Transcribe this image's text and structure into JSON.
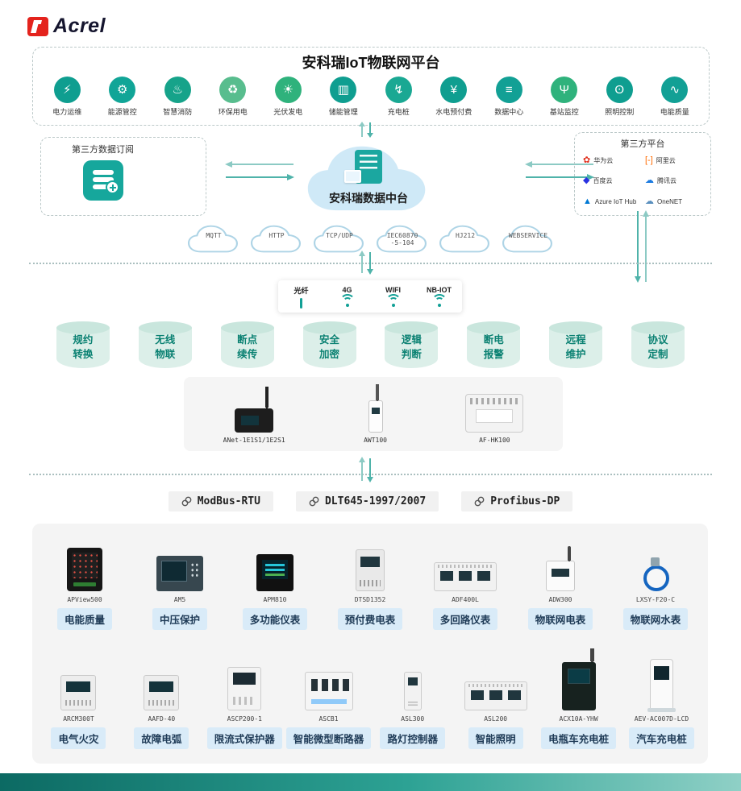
{
  "brand": {
    "name": "Acrel"
  },
  "colors": {
    "accent_teal": "#12a096",
    "chip_bg": "#d9ebf8",
    "chip_text": "#1f3b57",
    "acrel_red": "#e4231d"
  },
  "platform": {
    "title": "安科瑞IoT物联网平台",
    "apps": [
      {
        "label": "电力运维",
        "icon": "power-om-icon",
        "glyph": "⚡",
        "color": "#0f9e90"
      },
      {
        "label": "能源管控",
        "icon": "energy-mgmt-icon",
        "glyph": "⚙",
        "color": "#11a597"
      },
      {
        "label": "智慧消防",
        "icon": "smart-fire-icon",
        "glyph": "♨",
        "color": "#16a38a"
      },
      {
        "label": "环保用电",
        "icon": "eco-power-icon",
        "glyph": "♻",
        "color": "#58bd8e"
      },
      {
        "label": "光伏发电",
        "icon": "pv-generation-icon",
        "glyph": "☀",
        "color": "#2fb27c"
      },
      {
        "label": "储能管理",
        "icon": "energy-storage-icon",
        "glyph": "▥",
        "color": "#0f9e90"
      },
      {
        "label": "充电桩",
        "icon": "charging-pile-icon",
        "glyph": "↯",
        "color": "#1aa893"
      },
      {
        "label": "水电预付费",
        "icon": "prepay-icon",
        "glyph": "¥",
        "color": "#0f9e90"
      },
      {
        "label": "数据中心",
        "icon": "datacenter-icon",
        "glyph": "≡",
        "color": "#12a095"
      },
      {
        "label": "基站监控",
        "icon": "basestation-icon",
        "glyph": "Ψ",
        "color": "#2fb27c"
      },
      {
        "label": "照明控制",
        "icon": "lighting-icon",
        "glyph": "ʘ",
        "color": "#0f9e90"
      },
      {
        "label": "电能质量",
        "icon": "power-quality-icon",
        "glyph": "∿",
        "color": "#12a095"
      }
    ]
  },
  "data_hub": {
    "left_box_title": "第三方数据订阅",
    "cloud_label": "安科瑞数据中台",
    "right_box_title": "第三方平台",
    "third_party": [
      {
        "label": "华为云",
        "glyph": "✿",
        "color": "#e0301e"
      },
      {
        "label": "阿里云",
        "glyph": "[-]",
        "color": "#ff6a00"
      },
      {
        "label": "百度云",
        "glyph": "◆",
        "color": "#2932e1"
      },
      {
        "label": "腾讯云",
        "glyph": "☁",
        "color": "#1b7ae0"
      },
      {
        "label": "Azure IoT Hub",
        "glyph": "▲",
        "color": "#0078d4"
      },
      {
        "label": "OneNET",
        "glyph": "☁",
        "color": "#5a8fbe"
      }
    ],
    "protocol_clouds": [
      {
        "label": "MQTT"
      },
      {
        "label": "HTTP"
      },
      {
        "label": "TCP/UDP"
      },
      {
        "label": "IEC60870\n-5-104"
      },
      {
        "label": "HJ212"
      },
      {
        "label": "WEBSERVICE"
      }
    ]
  },
  "connectivity": [
    {
      "label": "光纤",
      "type": "fiber",
      "icon": "fiber-icon"
    },
    {
      "label": "4G",
      "type": "wifi",
      "icon": "4g-signal-icon"
    },
    {
      "label": "WIFI",
      "type": "wifi",
      "icon": "wifi-icon"
    },
    {
      "label": "NB-IOT",
      "type": "wifi",
      "icon": "nbiot-signal-icon"
    }
  ],
  "capabilities": [
    {
      "label": "规约\n转换"
    },
    {
      "label": "无线\n物联"
    },
    {
      "label": "断点\n续传"
    },
    {
      "label": "安全\n加密"
    },
    {
      "label": "逻辑\n判断"
    },
    {
      "label": "断电\n报警"
    },
    {
      "label": "远程\n维护"
    },
    {
      "label": "协议\n定制"
    }
  ],
  "gateways": [
    {
      "model": "ANet-1E1S1/1E2S1",
      "type": "t-anet",
      "icon": "gateway-anet-image"
    },
    {
      "model": "AWT100",
      "type": "t-awt",
      "icon": "gateway-awt100-image"
    },
    {
      "model": "AF-HK100",
      "type": "t-afhk",
      "icon": "gateway-afhk100-image"
    }
  ],
  "protocols": [
    {
      "label": "ModBus-RTU"
    },
    {
      "label": "DLT645-1997/2007"
    },
    {
      "label": "Profibus-DP"
    }
  ],
  "products_row1": [
    {
      "model": "APView500",
      "label": "电能质量",
      "type": "t-apview"
    },
    {
      "model": "AM5",
      "label": "中压保护",
      "type": "t-am5"
    },
    {
      "model": "APM810",
      "label": "多功能仪表",
      "type": "t-apm"
    },
    {
      "model": "DTSD1352",
      "label": "预付费电表",
      "type": "t-din"
    },
    {
      "model": "ADF400L",
      "label": "多回路仪表",
      "type": "t-wide"
    },
    {
      "model": "ADW300",
      "label": "物联网电表",
      "type": "t-iot"
    },
    {
      "model": "LXSY-F20-C",
      "label": "物联网水表",
      "type": "t-water"
    }
  ],
  "products_row2": [
    {
      "model": "ARCM300T",
      "label": "电气火灾",
      "type": "t-din2"
    },
    {
      "model": "AAFD-40",
      "label": "故障电弧",
      "type": "t-din2"
    },
    {
      "model": "ASCP200-1",
      "label": "限流式保护器",
      "type": "t-tall"
    },
    {
      "model": "ASCB1",
      "label": "智能微型断路器",
      "type": "t-breaker"
    },
    {
      "model": "ASL300",
      "label": "路灯控制器",
      "type": "t-slim"
    },
    {
      "model": "ASL200",
      "label": "智能照明",
      "type": "t-wide"
    },
    {
      "model": "ACX10A-YHW",
      "label": "电瓶车充电桩",
      "type": "t-cab"
    },
    {
      "model": "AEV-AC007D-LCD",
      "label": "汽车充电桩",
      "type": "t-pillar"
    }
  ]
}
